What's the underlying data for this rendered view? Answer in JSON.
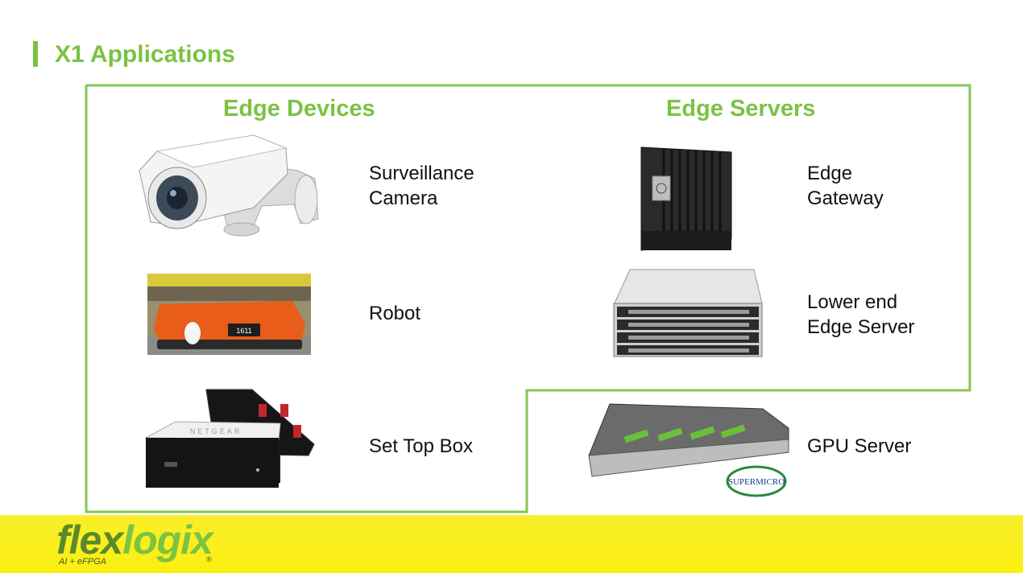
{
  "slide": {
    "title": "X1 Applications"
  },
  "edge_devices": {
    "heading": "Edge Devices",
    "items": [
      {
        "label": "Surveillance\nCamera",
        "icon": "surveillance-camera-image"
      },
      {
        "label": "Robot",
        "icon": "warehouse-robot-image"
      },
      {
        "label": "Set Top Box",
        "icon": "set-top-box-image"
      }
    ]
  },
  "edge_servers": {
    "heading": "Edge Servers",
    "items": [
      {
        "label": "Edge\nGateway",
        "icon": "edge-gateway-image"
      },
      {
        "label": "Lower end\nEdge Server",
        "icon": "rack-server-image"
      },
      {
        "label": "GPU Server",
        "icon": "gpu-server-image"
      }
    ]
  },
  "gpu_server_badge": "SUPERMICRO",
  "robot_badge": "1611",
  "set_top_box_brand": "NETGEAR",
  "footer": {
    "logo_part1": "flex",
    "logo_part2": "logix",
    "tagline": "AI + eFPGA",
    "registered": "®"
  },
  "colors": {
    "accent": "#7cc243",
    "footer": "#f8ef2a",
    "logo": "#5a8a2e"
  }
}
